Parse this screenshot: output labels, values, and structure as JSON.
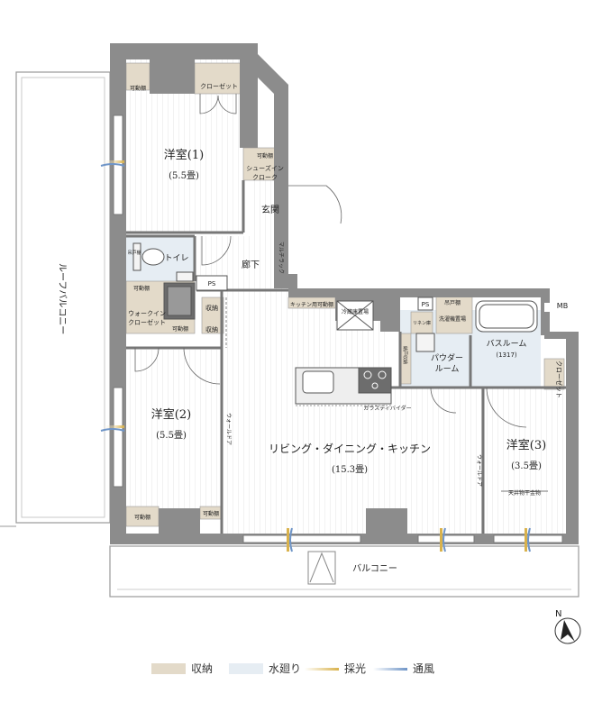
{
  "colors": {
    "storage": "#e3dac9",
    "water": "#e6edf3",
    "light": "#d9b24c",
    "wind": "#8fb0d6",
    "wall": "#8c8c8c",
    "floor_lines": "#e3e3e3"
  },
  "rooms": {
    "western1_name": "洋室(1)",
    "western1_size": "(5.5畳)",
    "western2_name": "洋室(2)",
    "western2_size": "(5.5畳)",
    "western3_name": "洋室(3)",
    "western3_size": "(3.5畳)",
    "ldk_name": "リビング・ダイニング・キッチン",
    "ldk_size": "(15.3畳)",
    "toilet": "トイレ",
    "hallway": "廊下",
    "entrance": "玄関",
    "powder1": "パウダー",
    "powder2": "ルーム",
    "bath": "バスルーム",
    "bath_size": "(1317)",
    "walkin1": "ウォークイン",
    "walkin2": "クローゼット",
    "shoes1": "シューズイン",
    "shoes2": "クローク",
    "closet": "クローゼット",
    "closet_v": "クローゼット",
    "roof_balcony": "ルーフバルコニー",
    "balcony": "バルコニー"
  },
  "labels": {
    "movable_shelf": "可動棚",
    "storage": "収納",
    "ps": "PS",
    "mb": "MB",
    "hanging_shelf": "吊戸棚",
    "linen": "リネン庫",
    "washer": "洗濯機置場",
    "fridge": "冷蔵庫置場",
    "kitchen_shelf": "キッチン用可動棚",
    "glass_divider": "ガラスディバイダー",
    "wall_door_a": "ウォールドア",
    "wall_door_b": "ウォールドア",
    "multi_rack": "マルチラック",
    "ceiling_dryer": "天井物干金物",
    "sink_storage": "納戸収納"
  },
  "legend": {
    "storage": "収納",
    "water": "水廻り",
    "light": "採光",
    "wind": "通風"
  }
}
